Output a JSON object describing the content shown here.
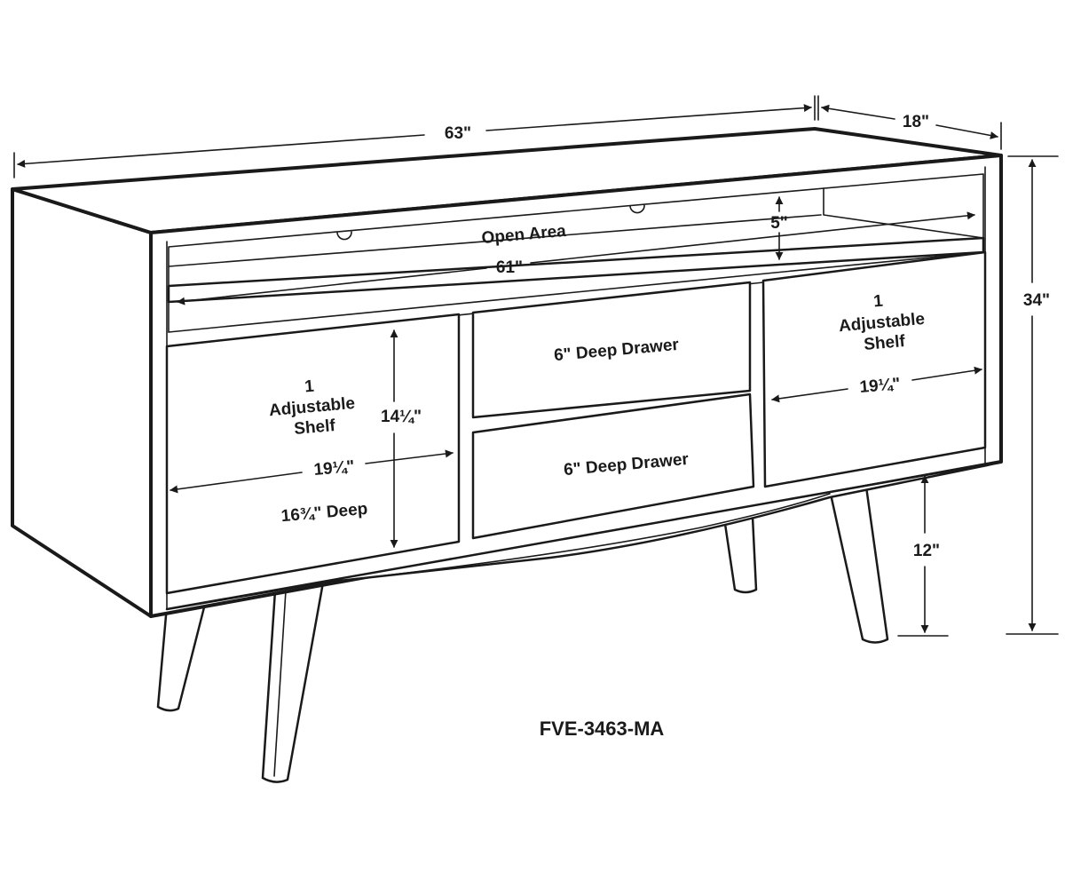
{
  "dimensions": {
    "width": "63\"",
    "depth": "18\"",
    "height": "34\"",
    "leg_height": "12\"",
    "open_area_height": "5\"",
    "open_area_width": "61\""
  },
  "open_area": {
    "label": "Open Area"
  },
  "left_cabinet": {
    "shelf_count": "1",
    "shelf_line1": "Adjustable",
    "shelf_line2": "Shelf",
    "height": "14¼\"",
    "width": "19¼\"",
    "depth": "16¾\" Deep"
  },
  "drawers": [
    {
      "label": "6\" Deep Drawer"
    },
    {
      "label": "6\" Deep Drawer"
    }
  ],
  "right_cabinet": {
    "shelf_count": "1",
    "shelf_line1": "Adjustable",
    "shelf_line2": "Shelf",
    "width": "19¼\""
  },
  "model_code": "FVE-3463-MA"
}
